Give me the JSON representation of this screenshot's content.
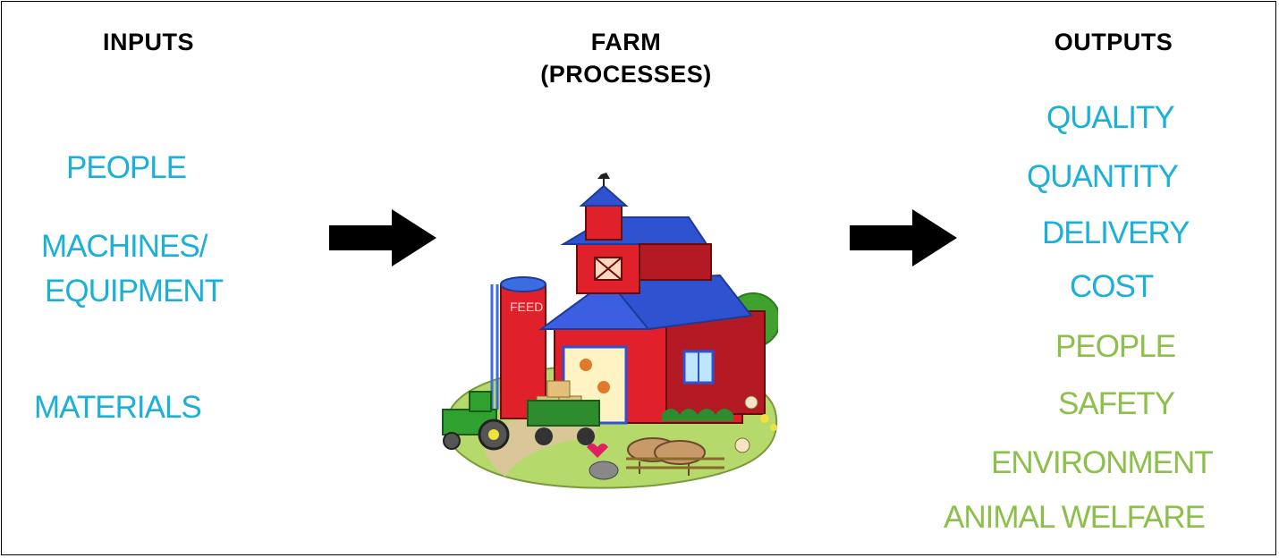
{
  "colors": {
    "input_output_blue": "#1ab0d8",
    "output_green": "#8cc04a",
    "arrow": "#000000",
    "border": "#000000"
  },
  "inputs": {
    "heading": "INPUTS",
    "items": [
      "PEOPLE",
      "MACHINES/",
      "EQUIPMENT",
      "MATERIALS"
    ]
  },
  "farm": {
    "heading_line1": "FARM",
    "heading_line2": "(PROCESSES)",
    "illustration": "barn-farm-illustration",
    "silo_label": "FEED"
  },
  "outputs": {
    "heading": "OUTPUTS",
    "blue_items": [
      "QUALITY",
      "QUANTITY",
      "DELIVERY",
      "COST"
    ],
    "green_items": [
      "PEOPLE",
      "SAFETY",
      "ENVIRONMENT",
      "ANIMAL WELFARE"
    ]
  },
  "icons": {
    "input_arrow": "right-arrow-icon",
    "output_arrow": "right-arrow-icon"
  }
}
